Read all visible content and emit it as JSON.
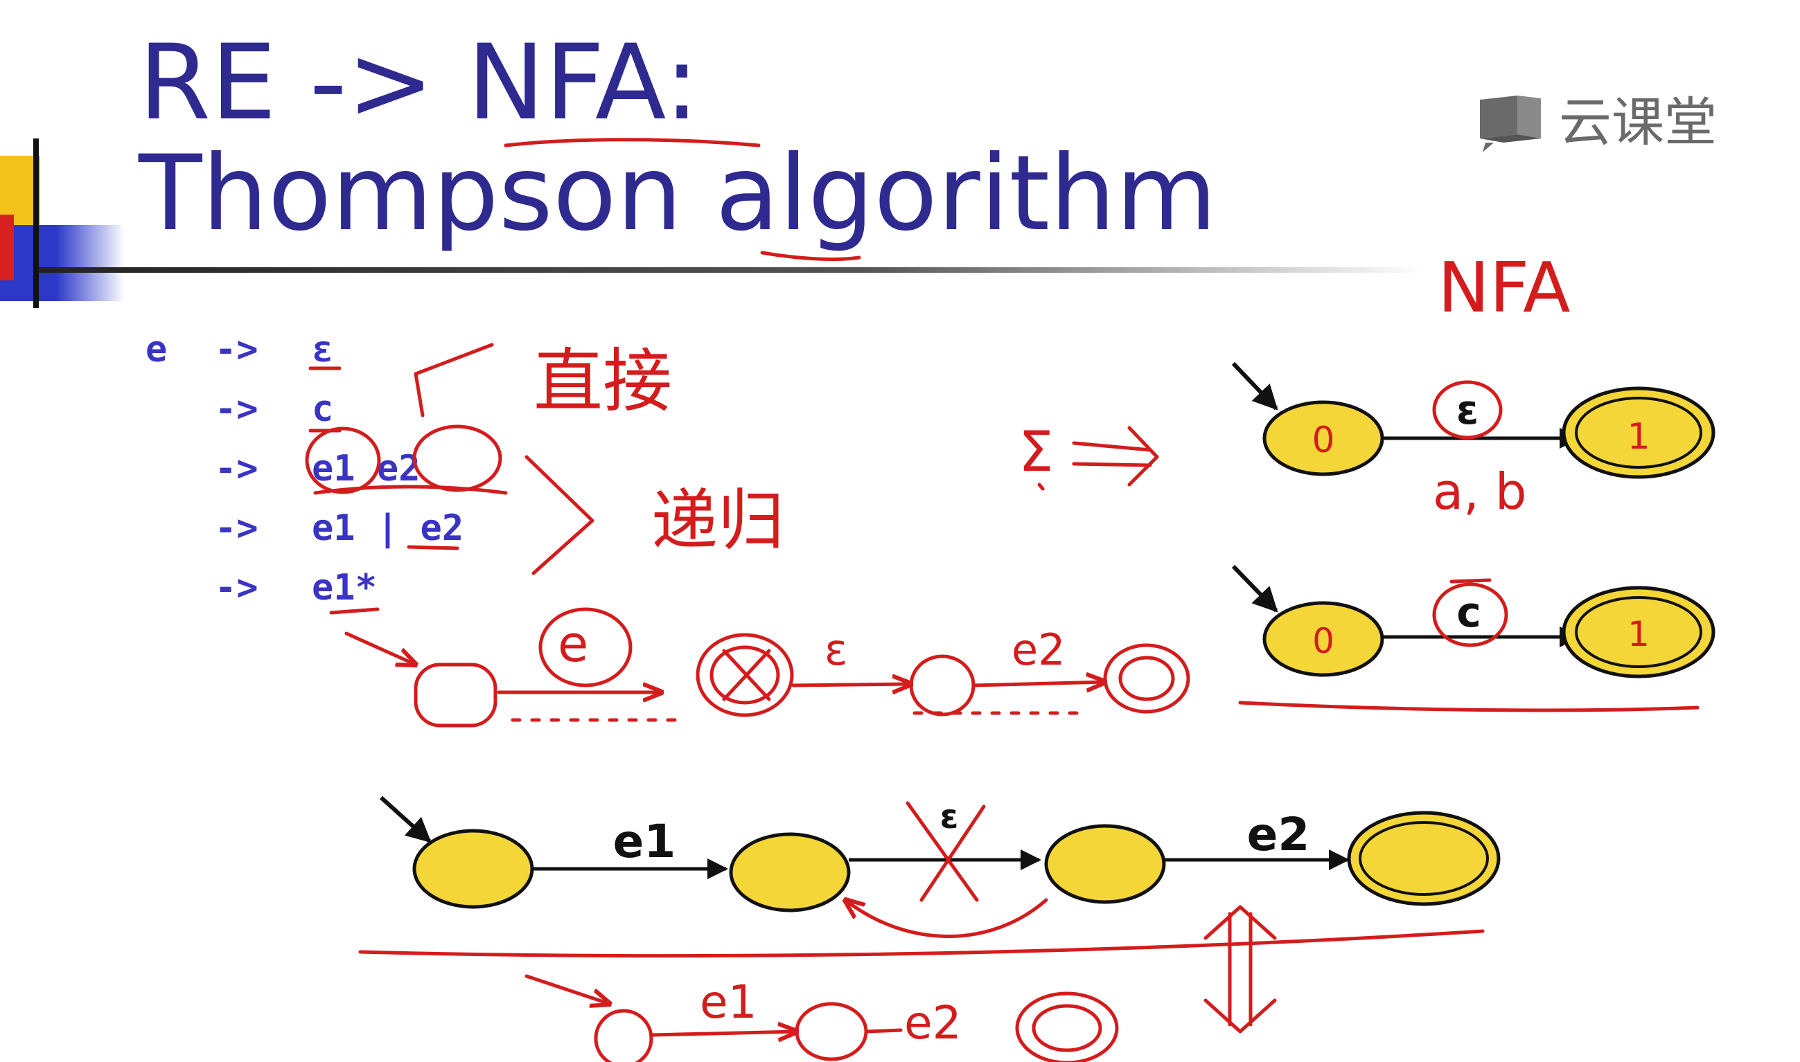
{
  "title": {
    "line1": "RE -> NFA:",
    "line2": "Thompson algorithm"
  },
  "grammar": {
    "head": "e",
    "arrow": "->",
    "rules": [
      "ε",
      "c",
      "e1 e2",
      "e1 | e2",
      "e1*"
    ]
  },
  "logo": {
    "text": "云课堂",
    "icon": "chat-slide-icon"
  },
  "diagrams": {
    "epsilon_nfa": {
      "start_state": "0",
      "accept_state": "1",
      "edge_label": "ε"
    },
    "char_nfa": {
      "start_state": "0",
      "accept_state": "1",
      "edge_label": "c"
    },
    "concat_nfa": {
      "edge1_label": "e1",
      "mid_label": "ε",
      "edge2_label": "e2"
    }
  },
  "annotations": {
    "nfa": "NFA",
    "direct": "直接",
    "recursive": "递归",
    "sigma": "Σ",
    "ab": "a, b",
    "nested_e": "e",
    "sketch_e2": "e2",
    "sketch_eps": "ε",
    "bottom_e1": "e1",
    "bottom_e2": "e2"
  },
  "colors": {
    "title": "#2e2a8f",
    "grammar": "#3a34c4",
    "state_fill": "#f5d638",
    "handwriting": "#d41c1c"
  }
}
